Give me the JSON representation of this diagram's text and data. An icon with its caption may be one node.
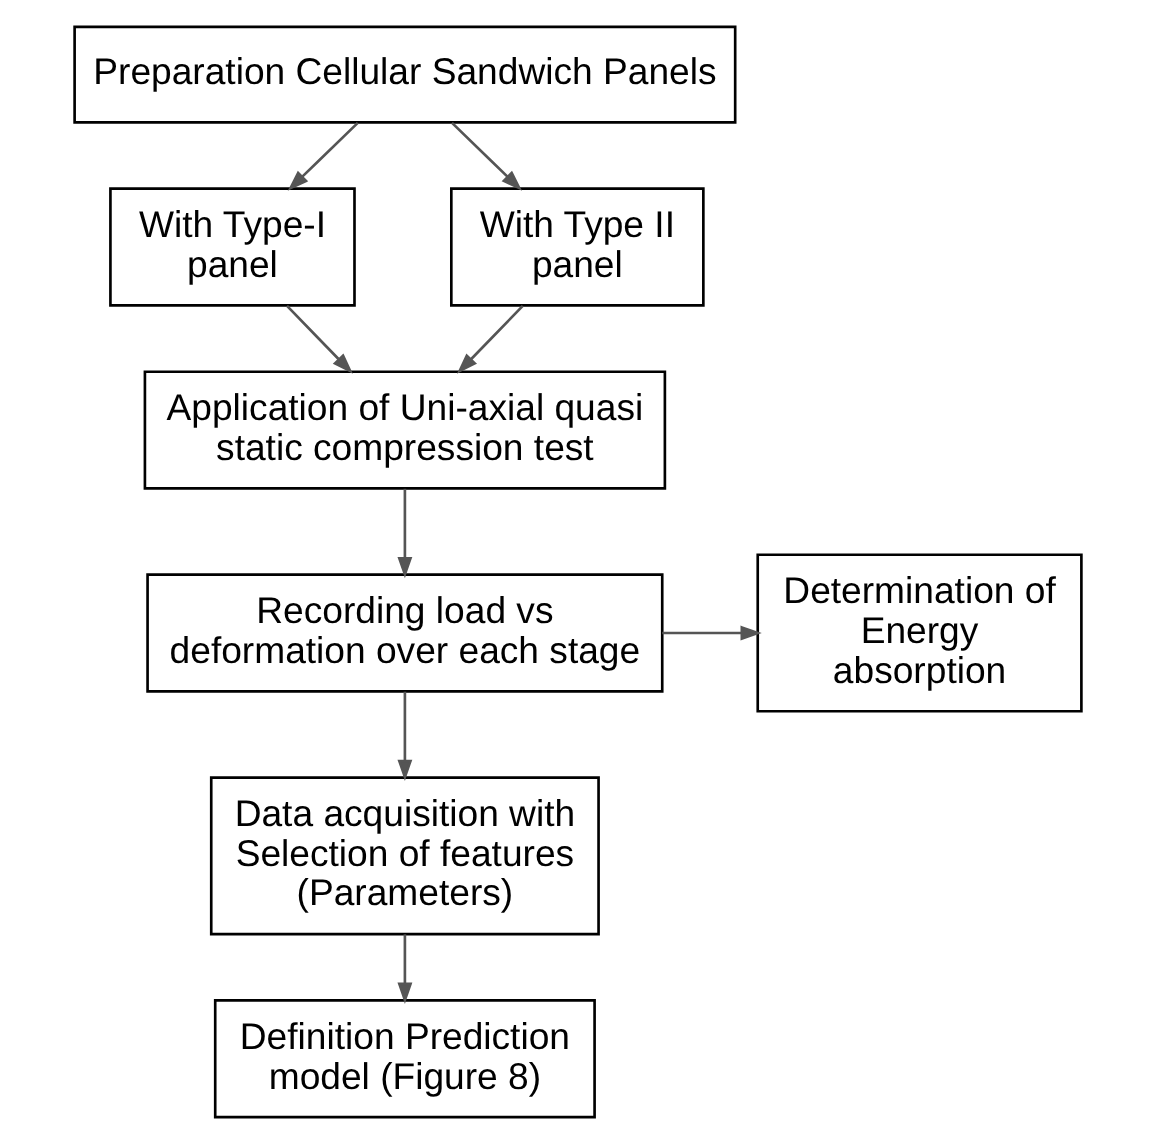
{
  "diagram": {
    "nodes": [
      {
        "text": [
          "Preparation Cellular Sandwich Panels"
        ]
      },
      {
        "text": [
          "With Type-I panel"
        ]
      },
      {
        "text": [
          "With Type II panel"
        ]
      },
      {
        "text": [
          "Application of Uni-axial quasi static compression test"
        ]
      },
      {
        "text": [
          "Recording load vs deformation over each stage"
        ]
      },
      {
        "text": [
          "Determination of Energy absorption"
        ]
      },
      {
        "text": [
          "Data acquisition with Selection of features (Parameters)"
        ]
      },
      {
        "text": [
          "Definition Prediction model (Figure 8)"
        ]
      }
    ],
    "edges": [
      {
        "from": 0,
        "to": 1,
        "arrow": "to"
      },
      {
        "from": 0,
        "to": 2,
        "arrow": "to"
      },
      {
        "from": 1,
        "to": 3,
        "arrow": "to"
      },
      {
        "from": 2,
        "to": 3,
        "arrow": "to"
      },
      {
        "from": 3,
        "to": 4,
        "arrow": "to"
      },
      {
        "from": 4,
        "to": 5,
        "arrow": "to"
      },
      {
        "from": 4,
        "to": 6,
        "arrow": "to"
      },
      {
        "from": 6,
        "to": 7,
        "arrow": "to"
      }
    ]
  }
}
